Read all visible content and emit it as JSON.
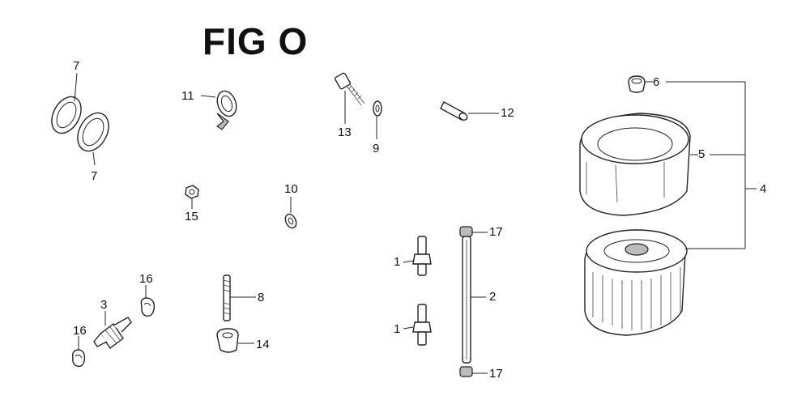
{
  "title": "FIG O",
  "callouts": {
    "p1a": "1",
    "p1b": "1",
    "p2": "2",
    "p3": "3",
    "p4": "4",
    "p5": "5",
    "p6": "6",
    "p7a": "7",
    "p7b": "7",
    "p8": "8",
    "p9": "9",
    "p10": "10",
    "p11": "11",
    "p12": "12",
    "p13": "13",
    "p14": "14",
    "p15": "15",
    "p16a": "16",
    "p16b": "16",
    "p17a": "17",
    "p17b": "17"
  },
  "colors": {
    "ink": "#222222",
    "background": "#ffffff"
  }
}
